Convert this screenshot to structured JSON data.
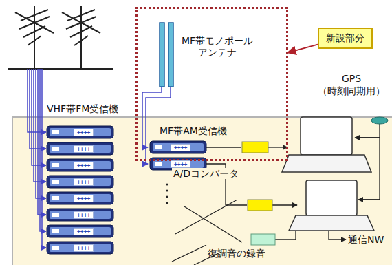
{
  "diagram": {
    "nodes": [
      {
        "text": [
          "MF帯モノポール アンテナ"
        ]
      },
      {
        "text": [
          "新設部分"
        ]
      }
    ],
    "edges": [
      {
        "from": 1,
        "to": 0,
        "arrow": "to"
      }
    ],
    "labels": [
      "VHF帯FM受信機",
      "MF帯AM受信機",
      "GPS",
      "（時刻同期用）",
      "A/Dコンバータ",
      "復調音の録音",
      "通信NW",
      "++++",
      "++++",
      "++++",
      "++++",
      "++++",
      "++++",
      "++++",
      "++++",
      "++++",
      "++++"
    ]
  }
}
